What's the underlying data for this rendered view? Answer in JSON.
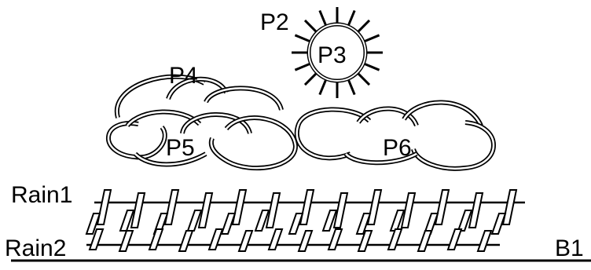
{
  "labels": {
    "p2": "P2",
    "p3": "P3",
    "p4": "P4",
    "p5": "P5",
    "p6": "P6",
    "rain1": "Rain1",
    "rain2": "Rain2",
    "b1": "B1"
  },
  "colors": {
    "stroke": "#000000",
    "fill": "#ffffff"
  }
}
